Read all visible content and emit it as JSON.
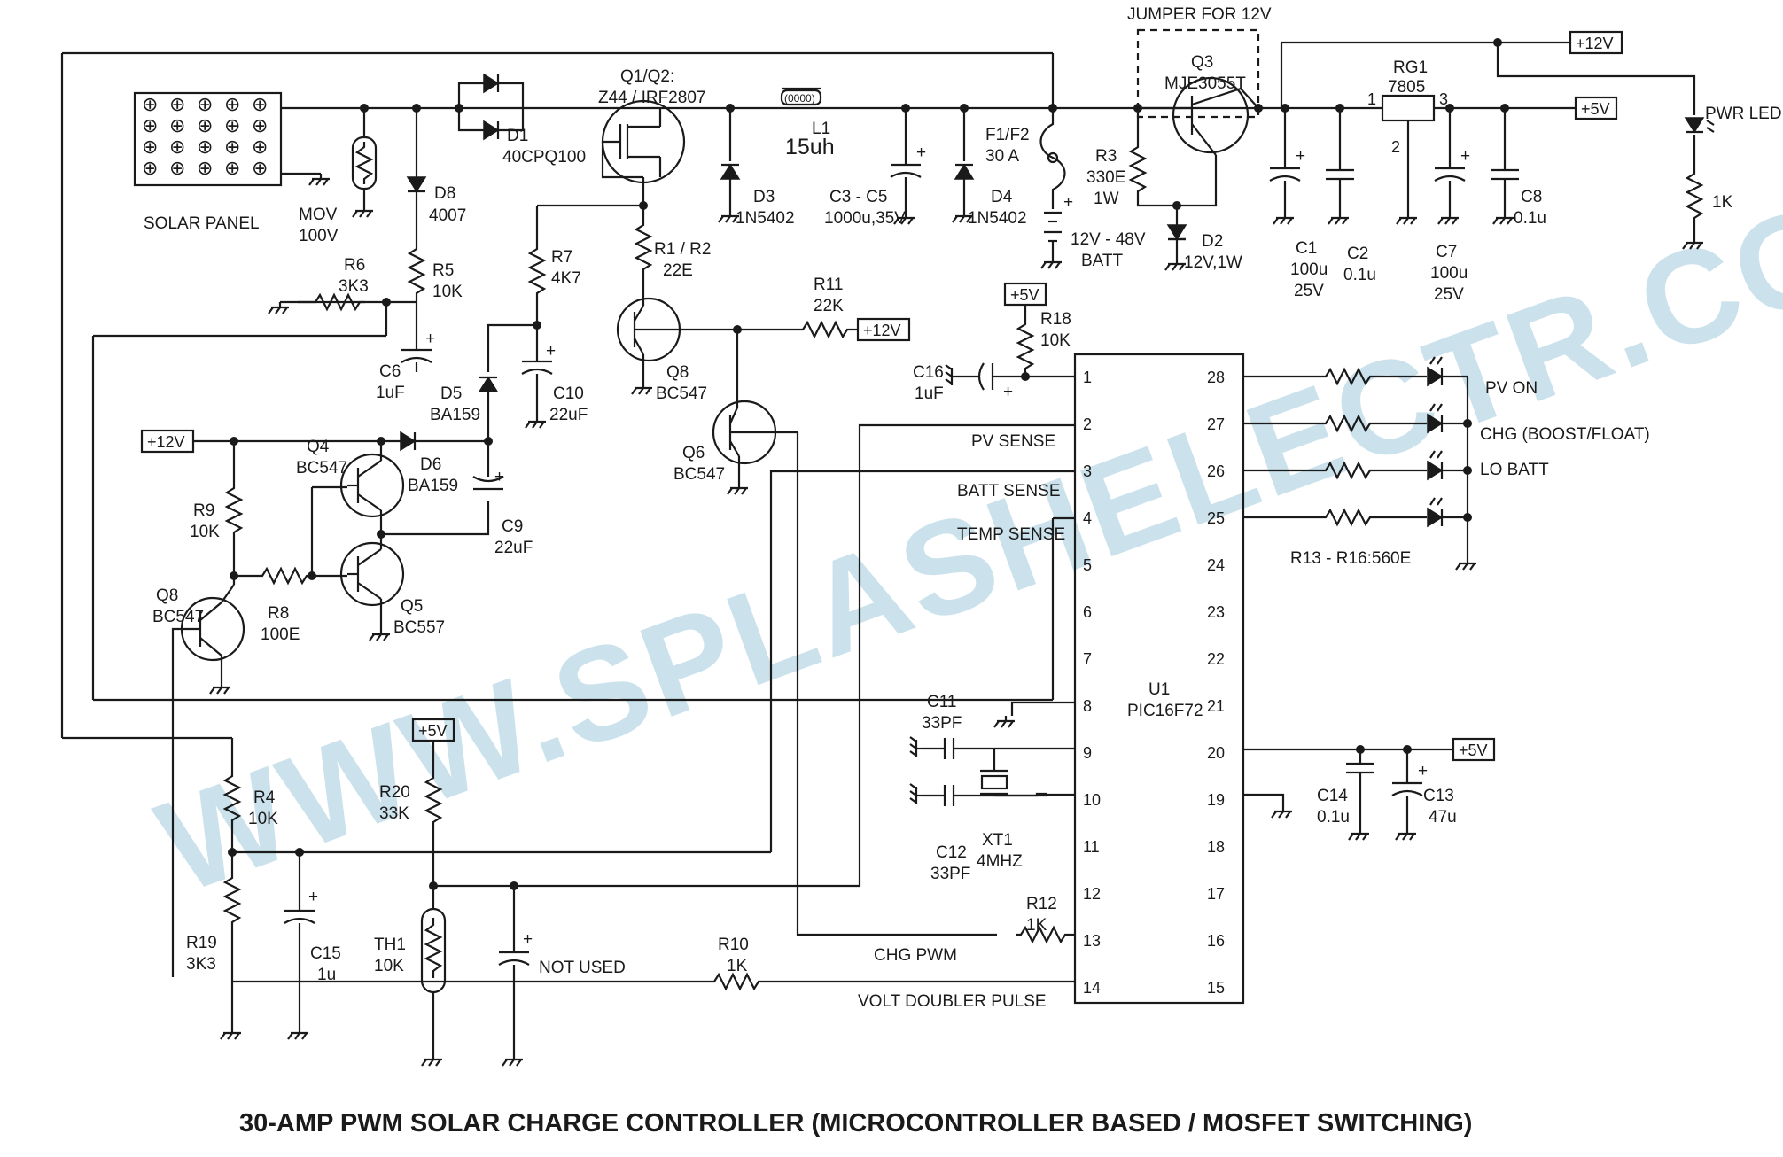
{
  "title": "30-AMP PWM SOLAR CHARGE CONTROLLER (MICROCONTROLLER BASED / MOSFET SWITCHING)",
  "watermark": "WWW.SPLASHELECTR.COM",
  "labels": {
    "solar_panel": "SOLAR PANEL",
    "mov_name": "MOV",
    "mov_val": "100V",
    "d8_name": "D8",
    "d8_val": "4007",
    "r6_name": "R6",
    "r6_val": "3K3",
    "r5_name": "R5",
    "r5_val": "10K",
    "c6_name": "C6",
    "c6_val": "1uF",
    "d5_name": "D5",
    "d5_val": "BA159",
    "r7_name": "R7",
    "r7_val": "4K7",
    "c10_name": "C10",
    "c10_val": "22uF",
    "d1_name": "D1",
    "d1_val": "40CPQ100",
    "q1_name": "Q1/Q2:",
    "q1_val": "Z44 / IRF2807",
    "l1_name": "L1",
    "l1_val": "15uh",
    "r1_name": "R1 / R2",
    "r1_val": "22E",
    "d3_name": "D3",
    "d3_val": "1N5402",
    "c3_name": "C3 - C5",
    "c3_val": "1000u,35V",
    "d4_name": "D4",
    "d4_val": "1N5402",
    "f1_name": "F1/F2",
    "f1_val": "30 A",
    "batt_val": "12V - 48V",
    "batt_name": "BATT",
    "jumper": "JUMPER FOR 12V",
    "q3_name": "Q3",
    "q3_val": "MJE3055T",
    "r3_name": "R3",
    "r3_val": "330E",
    "r3_val2": "1W",
    "d2_name": "D2",
    "d2_val": "12V,1W",
    "c1_name": "C1",
    "c1_val": "100u",
    "c1_val2": "25V",
    "c2_name": "C2",
    "c2_val": "0.1u",
    "rg1_name": "RG1",
    "rg1_val": "7805",
    "rg1_p1": "1",
    "rg1_p2": "2",
    "rg1_p3": "3",
    "c7_name": "C7",
    "c7_val": "100u",
    "c7_val2": "25V",
    "c8_name": "C8",
    "c8_val": "0.1u",
    "pwr_led": "PWR LED",
    "r_led": "1K",
    "q8a_name": "Q8",
    "q8a_val": "BC547",
    "r11_name": "R11",
    "r11_val": "22K",
    "q6_name": "Q6",
    "q6_val": "BC547",
    "q4_name": "Q4",
    "q4_val": "BC547",
    "d6_name": "D6",
    "d6_val": "BA159",
    "c9_name": "C9",
    "c9_val": "22uF",
    "r9_name": "R9",
    "r9_val": "10K",
    "q8b_name": "Q8",
    "q8b_val": "BC547",
    "r8_name": "R8",
    "r8_val": "100E",
    "q5_name": "Q5",
    "q5_val": "BC557",
    "r18_name": "R18",
    "r18_val": "10K",
    "c16_name": "C16",
    "c16_val": "1uF",
    "pv_sense": "PV SENSE",
    "batt_sense": "BATT SENSE",
    "temp_sense": "TEMP SENSE",
    "u1_name": "U1",
    "u1_val": "PIC16F72",
    "c11_name": "C11",
    "c11_val": "33PF",
    "c12_name": "C12",
    "c12_val": "33PF",
    "xt1_name": "XT1",
    "xt1_val": "4MHZ",
    "r12_name": "R12",
    "r12_val": "1K",
    "chg_pwm": "CHG PWM",
    "r10_name": "R10",
    "r10_val": "1K",
    "volt_doubler": "VOLT DOUBLER PULSE",
    "r4_name": "R4",
    "r4_val": "10K",
    "r20_name": "R20",
    "r20_val": "33K",
    "r19_name": "R19",
    "r19_val": "3K3",
    "c15_name": "C15",
    "c15_val": "1u",
    "th1_name": "TH1",
    "th1_val": "10K",
    "not_used": "NOT USED",
    "pv_on": "PV ON",
    "chg": "CHG (BOOST/FLOAT)",
    "lo_batt": "LO BATT",
    "r13": "R13 - R16:560E",
    "c14_name": "C14",
    "c14_val": "0.1u",
    "c13_name": "C13",
    "c13_val": "47u"
  },
  "rails": {
    "plus12": "+12V",
    "plus5": "+5V",
    "plus_sign": "+"
  },
  "pins_left": [
    "1",
    "2",
    "3",
    "4",
    "5",
    "6",
    "7",
    "8",
    "9",
    "10",
    "11",
    "12",
    "13",
    "14"
  ],
  "pins_right": [
    "28",
    "27",
    "26",
    "25",
    "24",
    "23",
    "22",
    "21",
    "20",
    "19",
    "18",
    "17",
    "16",
    "15"
  ],
  "panel_cell": "⊕"
}
